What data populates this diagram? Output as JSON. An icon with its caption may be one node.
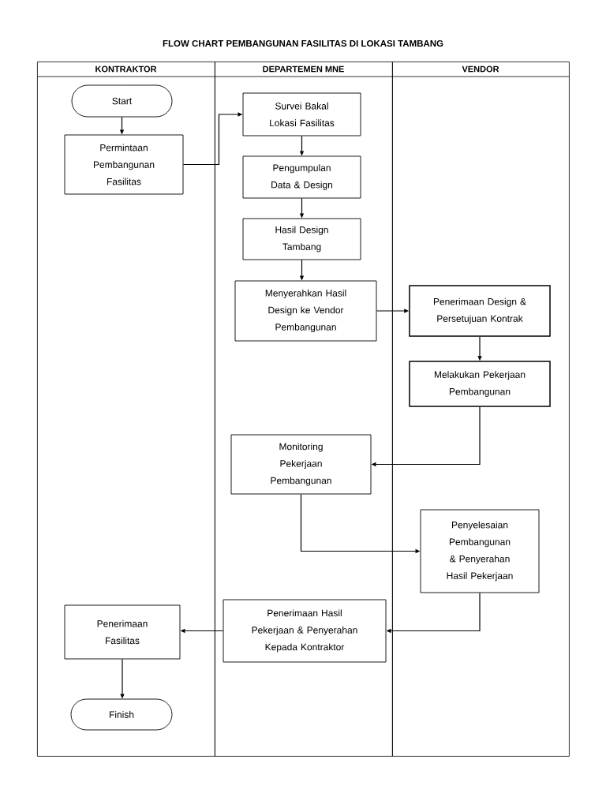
{
  "diagram": {
    "title": "FLOW CHART PEMBANGUNAN FASILITAS DI LOKASI TAMBANG",
    "nodes": [
      {
        "text": [
          "KONTRAKTOR"
        ]
      },
      {
        "text": [
          "DEPARTEMEN MNE"
        ]
      },
      {
        "text": [
          "VENDOR"
        ]
      },
      {
        "text": [
          "Start"
        ],
        "in": 0
      },
      {
        "text": [
          "Permintaan Pembangunan Fasilitas"
        ],
        "in": 0
      },
      {
        "text": [
          "Survei Bakal Lokasi Fasilitas"
        ],
        "in": 1
      },
      {
        "text": [
          "Pengumpulan Data & Design"
        ],
        "in": 1
      },
      {
        "text": [
          "Hasil Design Tambang"
        ],
        "in": 1
      },
      {
        "text": [
          "Menyerahkan Hasil Design ke Vendor Pembangunan"
        ],
        "in": 1
      },
      {
        "text": [
          "Penerimaan Design & Persetujuan Kontrak"
        ],
        "in": 2
      },
      {
        "text": [
          "Melakukan Pekerjaan Pembangunan"
        ],
        "in": 2
      },
      {
        "text": [
          "Monitoring Pekerjaan Pembangunan"
        ],
        "in": 1
      },
      {
        "text": [
          "Penyelesaian Pembangunan & Penyerahan Hasil Pekerjaan"
        ],
        "in": 2
      },
      {
        "text": [
          "Penerimaan Hasil Pekerjaan & Penyerahan Kepada Kontraktor"
        ],
        "in": 1
      },
      {
        "text": [
          "Penerimaan Fasilitas"
        ],
        "in": 0
      },
      {
        "text": [
          "Finish"
        ],
        "in": 0
      }
    ],
    "edges": [
      {
        "from": 3,
        "to": 4,
        "arrow": "to"
      },
      {
        "from": 4,
        "to": 5,
        "arrow": "to"
      },
      {
        "from": 5,
        "to": 6,
        "arrow": "to"
      },
      {
        "from": 6,
        "to": 7,
        "arrow": "to"
      },
      {
        "from": 7,
        "to": 8,
        "arrow": "to"
      },
      {
        "from": 8,
        "to": 9,
        "arrow": "to"
      },
      {
        "from": 9,
        "to": 10,
        "arrow": "to"
      },
      {
        "from": 10,
        "to": 11,
        "arrow": "to"
      },
      {
        "from": 11,
        "to": 12,
        "arrow": "to"
      },
      {
        "from": 12,
        "to": 13,
        "arrow": "to"
      },
      {
        "from": 13,
        "to": 14,
        "arrow": "to"
      },
      {
        "from": 14,
        "to": 15,
        "arrow": "to"
      }
    ]
  }
}
